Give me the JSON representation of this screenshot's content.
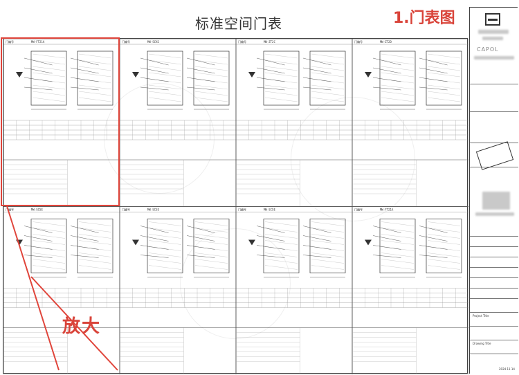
{
  "sheet": {
    "title": "标准空间门表",
    "label": "1.门表图",
    "zoom_label": "放大"
  },
  "title_block": {
    "brand": "CAPOL",
    "project_title_label": "Project Title",
    "drawing_title_label": "Drawing Title",
    "date": "2024.11.14"
  },
  "panels": [
    {
      "code": "MW-FT21A",
      "row": 0,
      "col": 0,
      "label_left": "门编号"
    },
    {
      "code": "MW-SCH2",
      "row": 0,
      "col": 1,
      "label_left": "门编号"
    },
    {
      "code": "MW-ZT2C",
      "row": 0,
      "col": 2,
      "label_left": "门编号"
    },
    {
      "code": "MW-ZT2D",
      "row": 0,
      "col": 3,
      "label_left": "门编号"
    },
    {
      "code": "MW-SC5E",
      "row": 1,
      "col": 0,
      "label_left": "门编号"
    },
    {
      "code": "MW-SC5E",
      "row": 1,
      "col": 1,
      "label_left": "门编号"
    },
    {
      "code": "MW-SC5E",
      "row": 1,
      "col": 2,
      "label_left": "门编号"
    },
    {
      "code": "MW-FT21A",
      "row": 1,
      "col": 3,
      "label_left": "门编号"
    }
  ],
  "colors": {
    "accent": "#e0453b",
    "line": "#333333"
  }
}
